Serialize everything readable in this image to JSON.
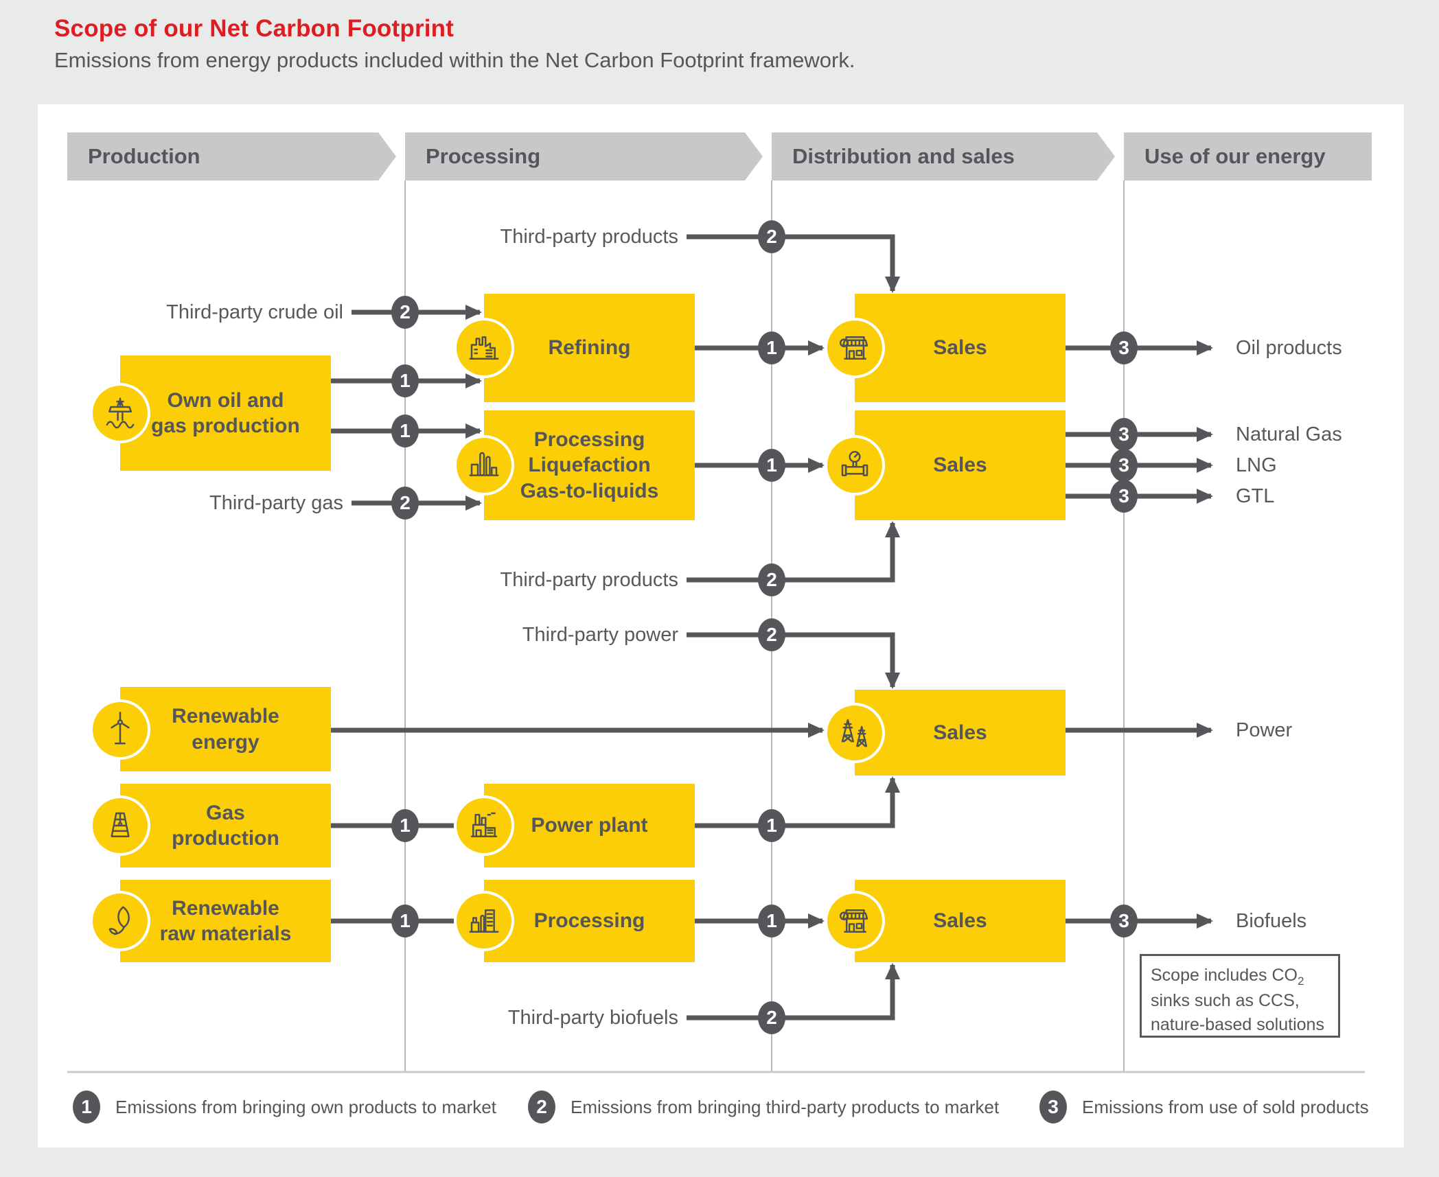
{
  "header": {
    "title": "Scope of our Net Carbon Footprint",
    "subtitle": "Emissions from energy products included within the Net Carbon Footprint framework."
  },
  "stages": [
    {
      "label": "Production"
    },
    {
      "label": "Processing"
    },
    {
      "label": "Distribution and sales"
    },
    {
      "label": "Use of our energy"
    }
  ],
  "boxes": {
    "own_oil_gas": {
      "label": "Own oil and\ngas production",
      "icon": "offshore-platform-icon"
    },
    "refining": {
      "label": "Refining",
      "icon": "refinery-icon"
    },
    "processing_liquefaction": {
      "label": "Processing\nLiquefaction\nGas-to-liquids",
      "icon": "petrochemical-plant-icon"
    },
    "sales_oil": {
      "label": "Sales",
      "icon": "storefront-icon"
    },
    "sales_gas": {
      "label": "Sales",
      "icon": "pipeline-gauge-icon"
    },
    "renewable_energy": {
      "label": "Renewable\nenergy",
      "icon": "wind-turbine-icon"
    },
    "gas_production": {
      "label": "Gas\nproduction",
      "icon": "drilling-derrick-icon"
    },
    "renewable_raw_materials": {
      "label": "Renewable\nraw materials",
      "icon": "leaf-icon"
    },
    "power_plant": {
      "label": "Power plant",
      "icon": "power-plant-icon"
    },
    "processing_biofuels": {
      "label": "Processing",
      "icon": "processing-buildings-icon"
    },
    "sales_power": {
      "label": "Sales",
      "icon": "transmission-towers-icon"
    },
    "sales_biofuels": {
      "label": "Sales",
      "icon": "storefront-icon"
    }
  },
  "inputs": {
    "third_party_products_top": "Third-party products",
    "third_party_crude_oil": "Third-party crude oil",
    "third_party_gas": "Third-party gas",
    "third_party_products_bottom": "Third-party products",
    "third_party_power": "Third-party power",
    "third_party_biofuels": "Third-party biofuels"
  },
  "outputs": {
    "oil_products": "Oil products",
    "natural_gas": "Natural Gas",
    "lng": "LNG",
    "gtl": "GTL",
    "power": "Power",
    "biofuels": "Biofuels"
  },
  "badges": {
    "own": "1",
    "third_party": "2",
    "sold": "3"
  },
  "note": {
    "line1": "Scope includes CO",
    "line1_sub": "2",
    "line2": "sinks such as CCS,",
    "line3": "nature-based solutions"
  },
  "legend": [
    {
      "number": "1",
      "text": "Emissions from bringing own products to market"
    },
    {
      "number": "2",
      "text": "Emissions from bringing third-party products to market"
    },
    {
      "number": "3",
      "text": "Emissions from use of sold products"
    }
  ],
  "colors": {
    "brand_red": "#dd1d21",
    "accent_yellow": "#fbce07",
    "dark_gray": "#54565a",
    "text_gray": "#58595b",
    "header_gray": "#c7c8ca"
  }
}
